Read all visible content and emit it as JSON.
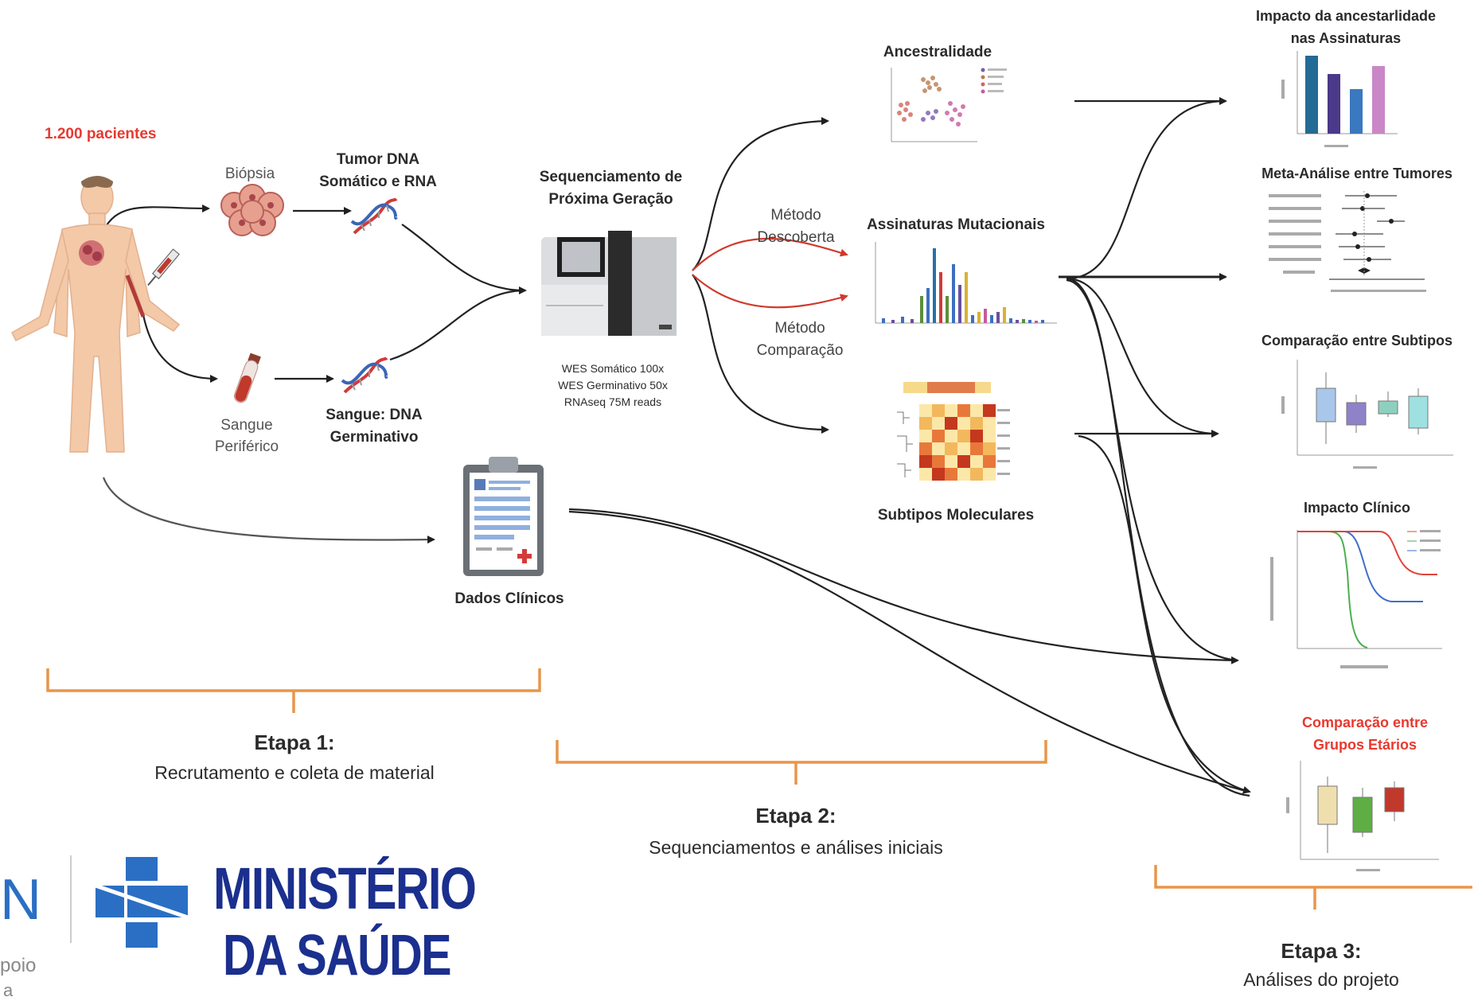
{
  "stage1": {
    "patients": "1.200 pacientes",
    "biopsy": "Biópsia",
    "tumor_dna_line1": "Tumor DNA",
    "tumor_dna_line2": "Somático e RNA",
    "blood_line1": "Sangue",
    "blood_line2": "Periférico",
    "germline_line1": "Sangue: DNA",
    "germline_line2": "Germinativo",
    "clinical_data": "Dados Clínicos",
    "title": "Etapa 1:",
    "subtitle": "Recrutamento e coleta de material"
  },
  "stage2": {
    "ngs_line1": "Sequenciamento de",
    "ngs_line2": "Próxima Geração",
    "spec1": "WES Somático 100x",
    "spec2": "WES Germinativo 50x",
    "spec3": "RNAseq 75M reads",
    "discovery_line1": "Método",
    "discovery_line2": "Descoberta",
    "comparison_line1": "Método",
    "comparison_line2": "Comparação",
    "ancestry": "Ancestralidade",
    "signatures": "Assinaturas Mutacionais",
    "subtypes": "Subtipos Moleculares",
    "title": "Etapa 2:",
    "subtitle": "Sequenciamentos e análises iniciais"
  },
  "stage3": {
    "impact_ancestry_line1": "Impacto da ancestarlidade",
    "impact_ancestry_line2": "nas Assinaturas",
    "meta_analysis": "Meta-Análise entre Tumores",
    "subtype_comparison": "Comparação entre Subtipos",
    "clinical_impact": "Impacto Clínico",
    "age_groups_line1": "Comparação entre",
    "age_groups_line2": "Grupos Etários",
    "title": "Etapa 3:",
    "subtitle": "Análises do projeto"
  },
  "logos": {
    "ministry_line1": "MINISTÉRIO",
    "ministry_line2": "DA SAÚDE",
    "partial_n": "N",
    "partial_apoio": "poio",
    "partial_bottom": "a"
  },
  "colors": {
    "accent_red": "#e8392f",
    "bracket_orange": "#e8954a",
    "ministry_blue": "#1b2f8e",
    "cross_blue": "#2a6fc4"
  }
}
